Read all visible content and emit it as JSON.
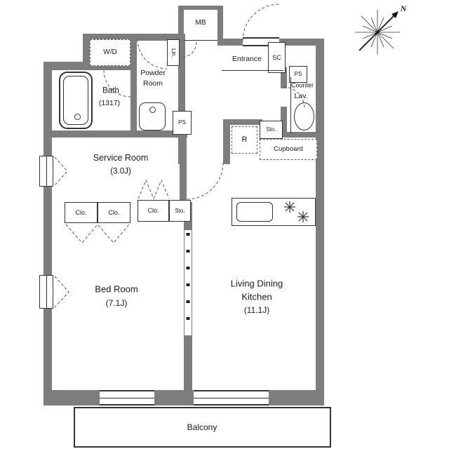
{
  "compass": {
    "label": "N"
  },
  "labels": {
    "wd": "W/D",
    "mb": "MB",
    "entrance": "Entrance",
    "sc": "SC",
    "ps_top": "PS",
    "ps_mid": "PS",
    "powder_1": "Powder",
    "powder_2": "Room",
    "linen": "Lin.",
    "bath_1": "Bath",
    "bath_2": "(1317)",
    "lav_1": "Counter",
    "lav_2": "Lav.",
    "sto_right": "Sto.",
    "sto_mid": "Sto.",
    "fridge": "R",
    "cupboard": "Cupboard",
    "service_1": "Service Room",
    "service_2": "(3.0J)",
    "clo_1": "Clo.",
    "clo_2": "Clo.",
    "clo_3": "Clo.",
    "bed_1": "Bed Room",
    "bed_2": "(7.1J)",
    "ldk_1": "Living Dining",
    "ldk_2": "Kitchen",
    "ldk_3": "(11.1J)",
    "balcony": "Balcony"
  },
  "colors": {
    "wall": "#7d7d7d",
    "line": "#333333",
    "dash": "#555555"
  }
}
